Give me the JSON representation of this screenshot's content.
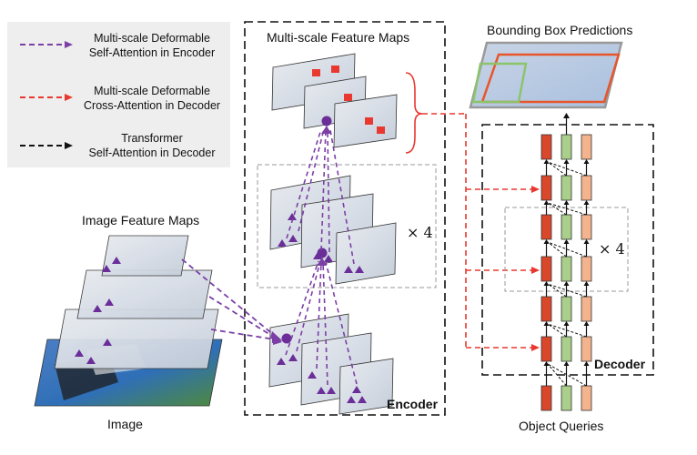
{
  "legend": {
    "items": [
      {
        "line1": "Multi-scale Deformable",
        "line2": "Self-Attention in Encoder",
        "color": "#7b3fa6"
      },
      {
        "line1": "Multi-scale Deformable",
        "line2": "Cross-Attention in Decoder",
        "color": "#e8382f"
      },
      {
        "line1": "Transformer",
        "line2": "Self-Attention in Decoder",
        "color": "#111111"
      }
    ]
  },
  "labels": {
    "image_feature_maps": "Image Feature Maps",
    "image": "Image",
    "multi_scale_feature_maps": "Multi-scale Feature Maps",
    "encoder": "Encoder",
    "decoder": "Decoder",
    "bounding_box_predictions": "Bounding Box Predictions",
    "object_queries": "Object Queries",
    "times_four_encoder": "× 4",
    "times_four_decoder": "× 4"
  },
  "colors": {
    "purple": "#7b3fa6",
    "red": "#e8382f",
    "query_red": "#d9482b",
    "query_green": "#a9cf8b",
    "query_peach": "#f3b38d",
    "pred_box_orange": "#e8552a",
    "pred_box_green": "#8cc46b",
    "image_field": "#2f6fb7"
  }
}
